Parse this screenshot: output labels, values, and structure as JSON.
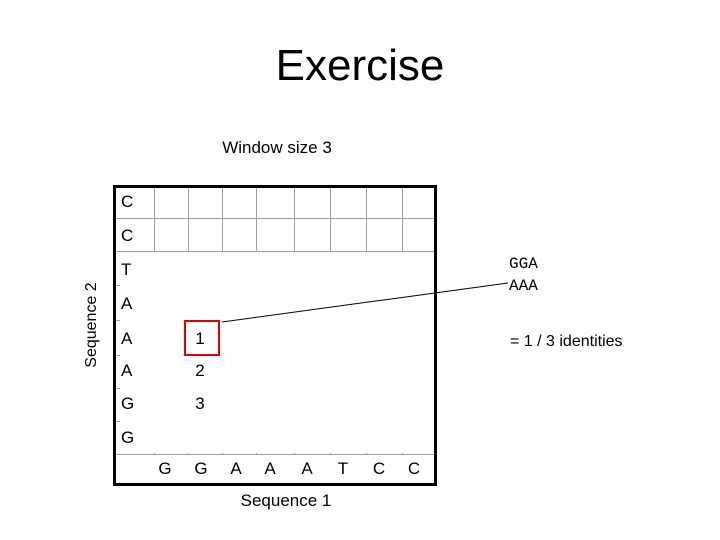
{
  "title": "Exercise",
  "window_label": "Window size 3",
  "y_axis_label": "Sequence 2",
  "x_axis_label": "Sequence 1",
  "sequence2": [
    "C",
    "C",
    "T",
    "A",
    "A",
    "A",
    "G",
    "G"
  ],
  "sequence1": [
    "G",
    "G",
    "A",
    "A",
    "A",
    "T",
    "C",
    "C"
  ],
  "diagonal_counts": [
    "1",
    "2",
    "3"
  ],
  "window_segments": [
    "GGA",
    "AAA"
  ],
  "identity_note": "= 1 / 3 identities",
  "highlight_color": "#e00000"
}
